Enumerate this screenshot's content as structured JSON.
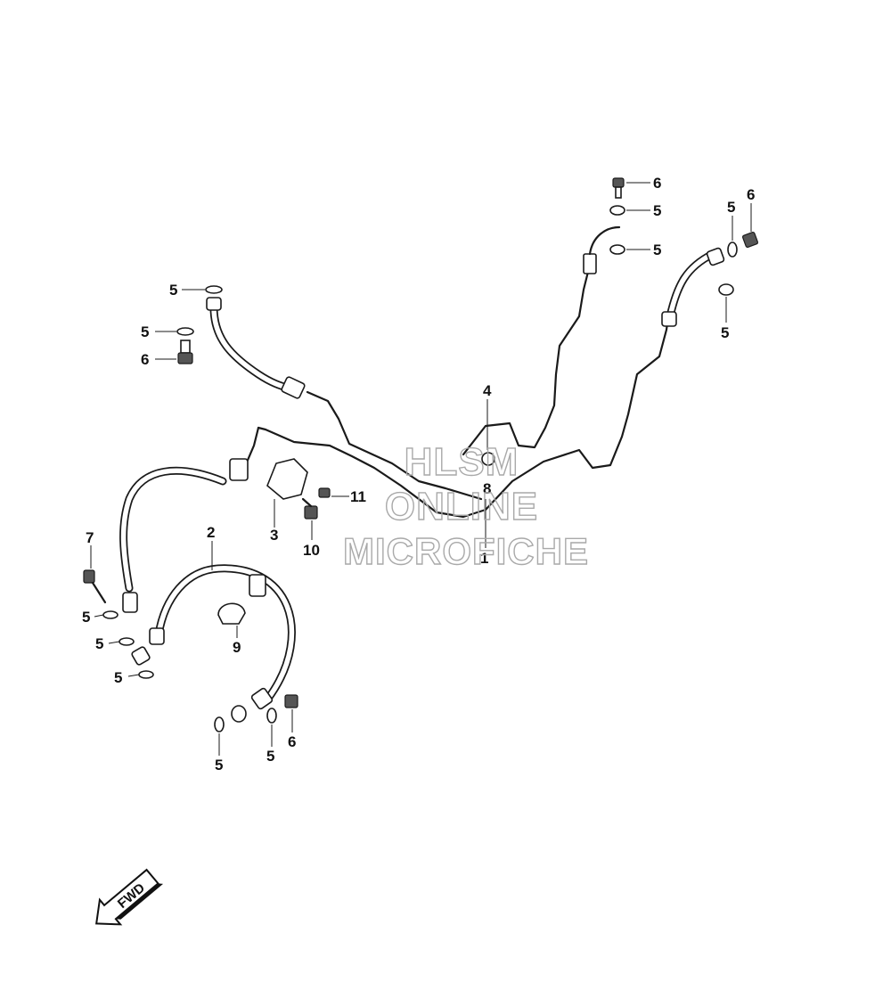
{
  "watermark": {
    "line1": "HLSM",
    "line2": "ONLINE",
    "line3": "MICROFICHE"
  },
  "direction_arrow": {
    "label": "FWD",
    "icon": "fwd-arrow-icon"
  },
  "callouts": {
    "c_6_top": "6",
    "c_5_top_a": "5",
    "c_5_top_b": "5",
    "c_5_right_top": "5",
    "c_6_right_top": "6",
    "c_5_right_bottom": "5",
    "c_5_left_a": "5",
    "c_5_left_b": "5",
    "c_6_left": "6",
    "c_4": "4",
    "c_8": "8",
    "c_1": "1",
    "c_11": "11",
    "c_3": "3",
    "c_10": "10",
    "c_7": "7",
    "c_2": "2",
    "c_9": "9",
    "c_5_lower_a": "5",
    "c_5_lower_b": "5",
    "c_5_lower_c": "5",
    "c_5_bottom_a": "5",
    "c_5_bottom_b": "5",
    "c_6_bottom": "6"
  }
}
